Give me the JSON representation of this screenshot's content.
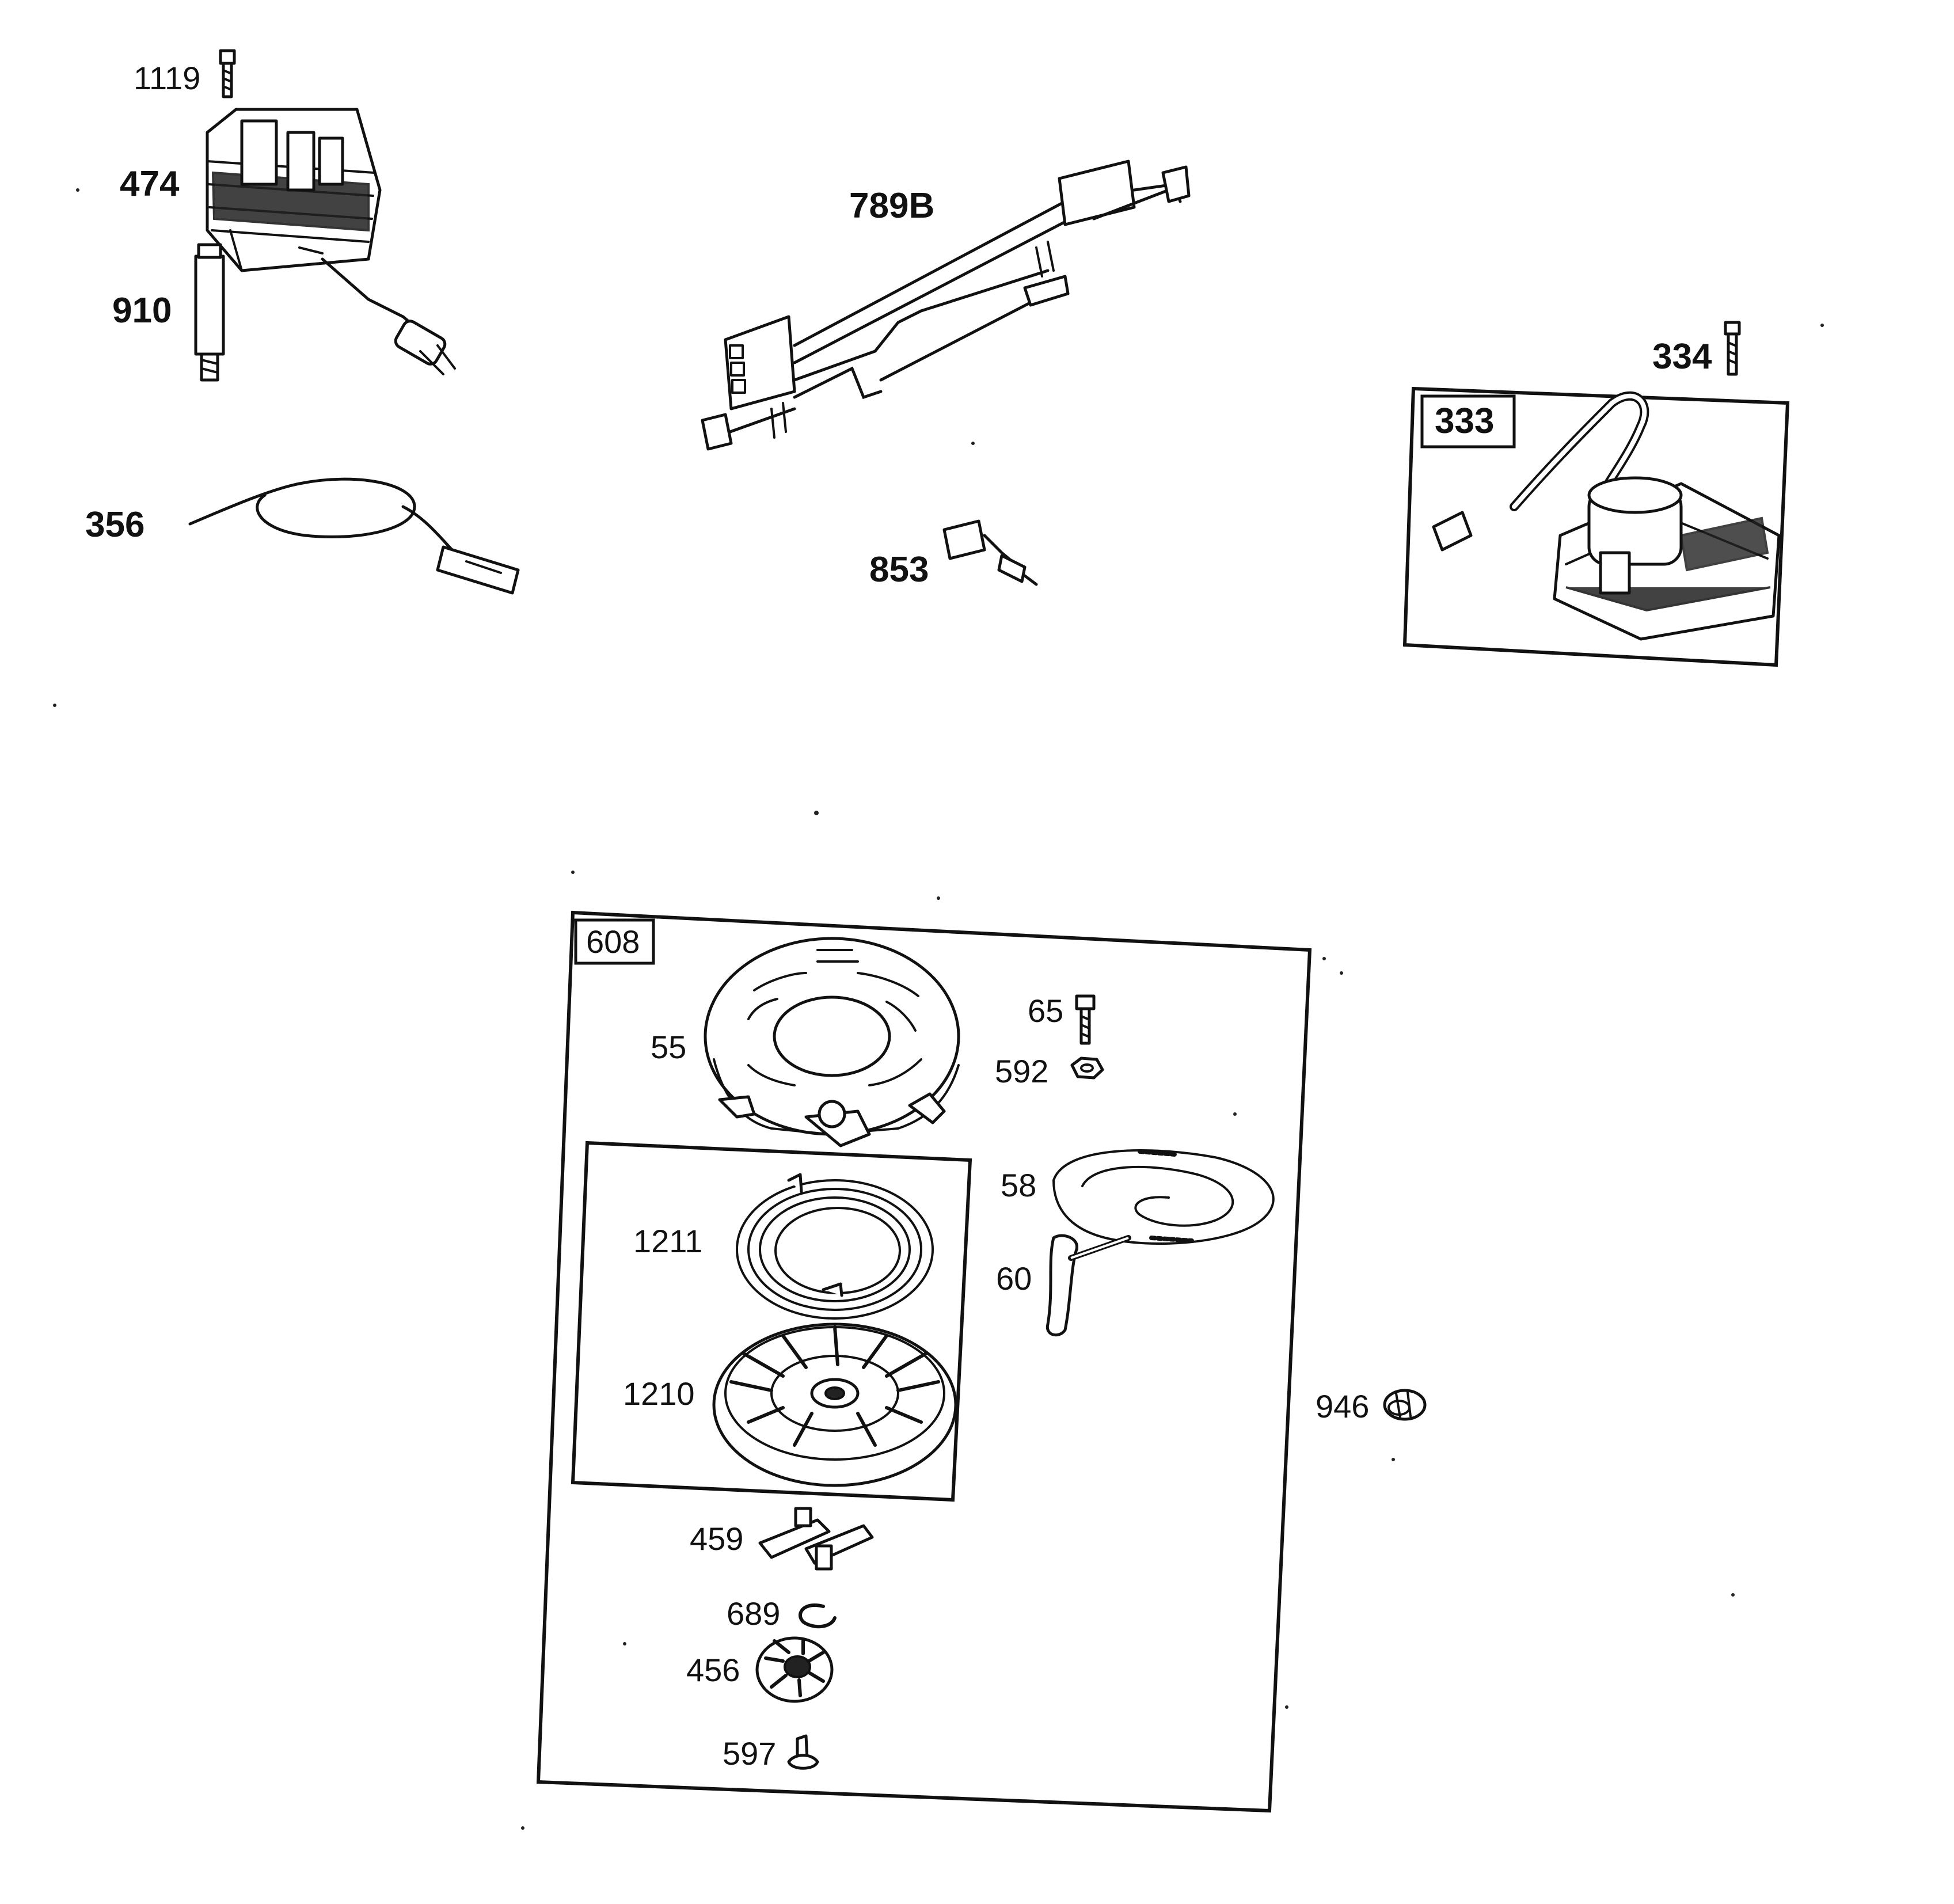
{
  "diagram": {
    "parts": [
      {
        "id": "p1119",
        "label": "1119"
      },
      {
        "id": "p474",
        "label": "474"
      },
      {
        "id": "p910",
        "label": "910"
      },
      {
        "id": "p356",
        "label": "356"
      },
      {
        "id": "p789B",
        "label": "789B"
      },
      {
        "id": "p853",
        "label": "853"
      },
      {
        "id": "p334",
        "label": "334"
      },
      {
        "id": "p333",
        "label": "333"
      },
      {
        "id": "p608",
        "label": "608"
      },
      {
        "id": "p55",
        "label": "55"
      },
      {
        "id": "p65",
        "label": "65"
      },
      {
        "id": "p592",
        "label": "592"
      },
      {
        "id": "p58",
        "label": "58"
      },
      {
        "id": "p60",
        "label": "60"
      },
      {
        "id": "p1211",
        "label": "1211"
      },
      {
        "id": "p1210",
        "label": "1210"
      },
      {
        "id": "p946",
        "label": "946"
      },
      {
        "id": "p459",
        "label": "459"
      },
      {
        "id": "p689",
        "label": "689"
      },
      {
        "id": "p456",
        "label": "456"
      },
      {
        "id": "p597",
        "label": "597"
      }
    ]
  }
}
